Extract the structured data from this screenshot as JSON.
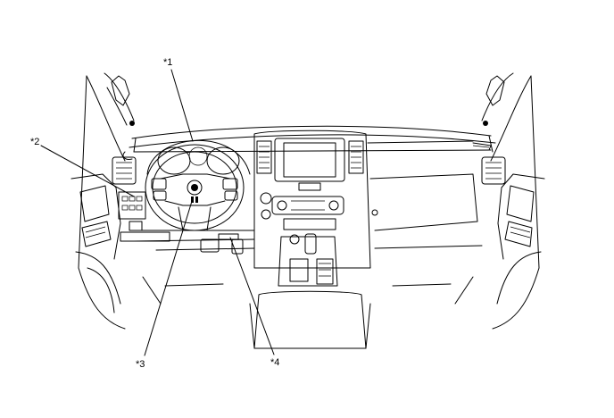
{
  "callouts": [
    {
      "id": "c1",
      "label": "*1",
      "target": "combination-meter"
    },
    {
      "id": "c2",
      "label": "*2",
      "target": "left-instrument-switches"
    },
    {
      "id": "c3",
      "label": "*3",
      "target": "steering-wheel-horn-pad"
    },
    {
      "id": "c4",
      "label": "*4",
      "target": "lower-dash-component"
    }
  ]
}
